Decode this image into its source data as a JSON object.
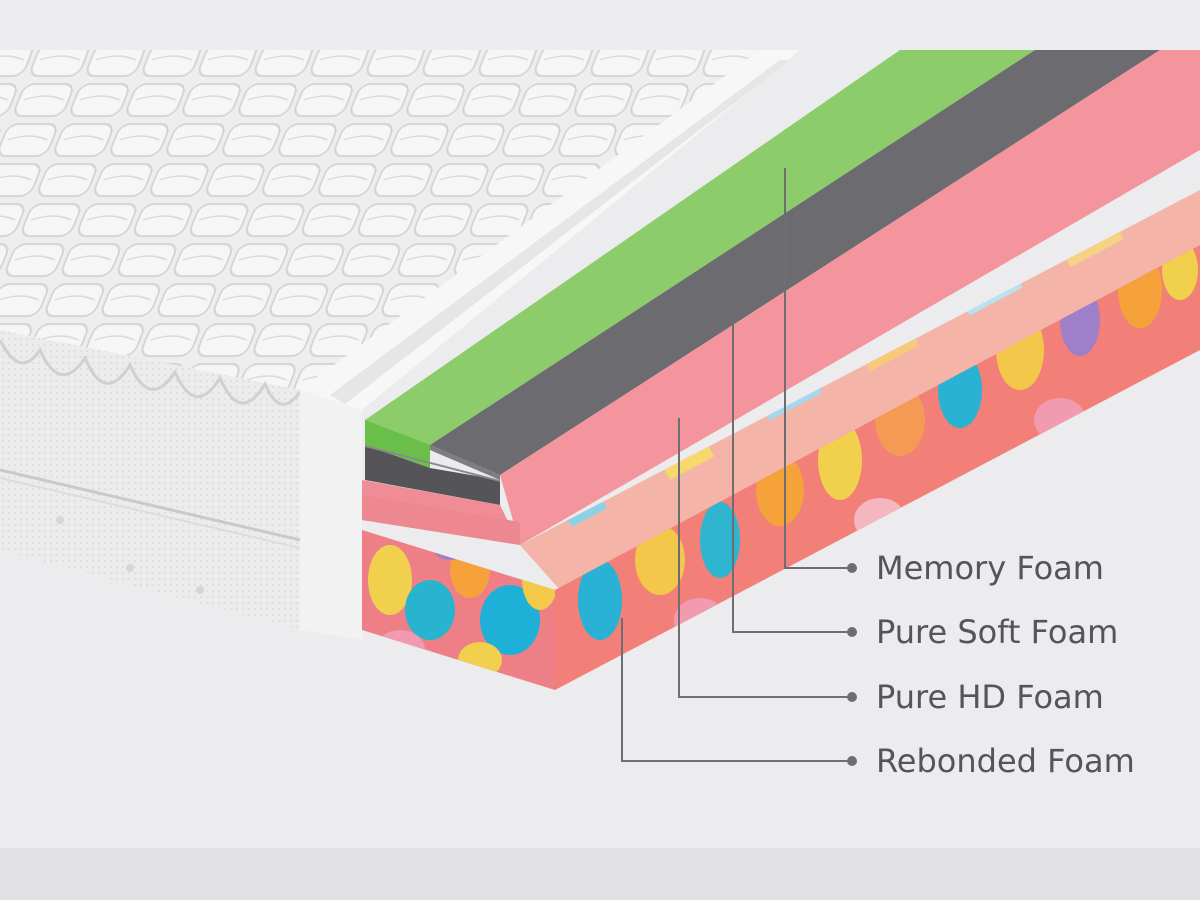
{
  "labels": [
    {
      "id": "memory",
      "text": "Memory Foam"
    },
    {
      "id": "soft",
      "text": "Pure Soft Foam"
    },
    {
      "id": "hd",
      "text": "Pure HD Foam"
    },
    {
      "id": "rebonded",
      "text": "Rebonded Foam"
    }
  ],
  "colors": {
    "background": "#ececee",
    "bottom_strip": "#e2e2e4",
    "quilt_top": "#ececec",
    "cover_side": "#f2f2f2",
    "memory_foam": "#7cc75a",
    "soft_foam": "#58585c",
    "hd_foam": "#f4919a",
    "rebonded_base": "#ef7f86",
    "leader_line": "#6e6e72",
    "label_text": "#555559"
  }
}
